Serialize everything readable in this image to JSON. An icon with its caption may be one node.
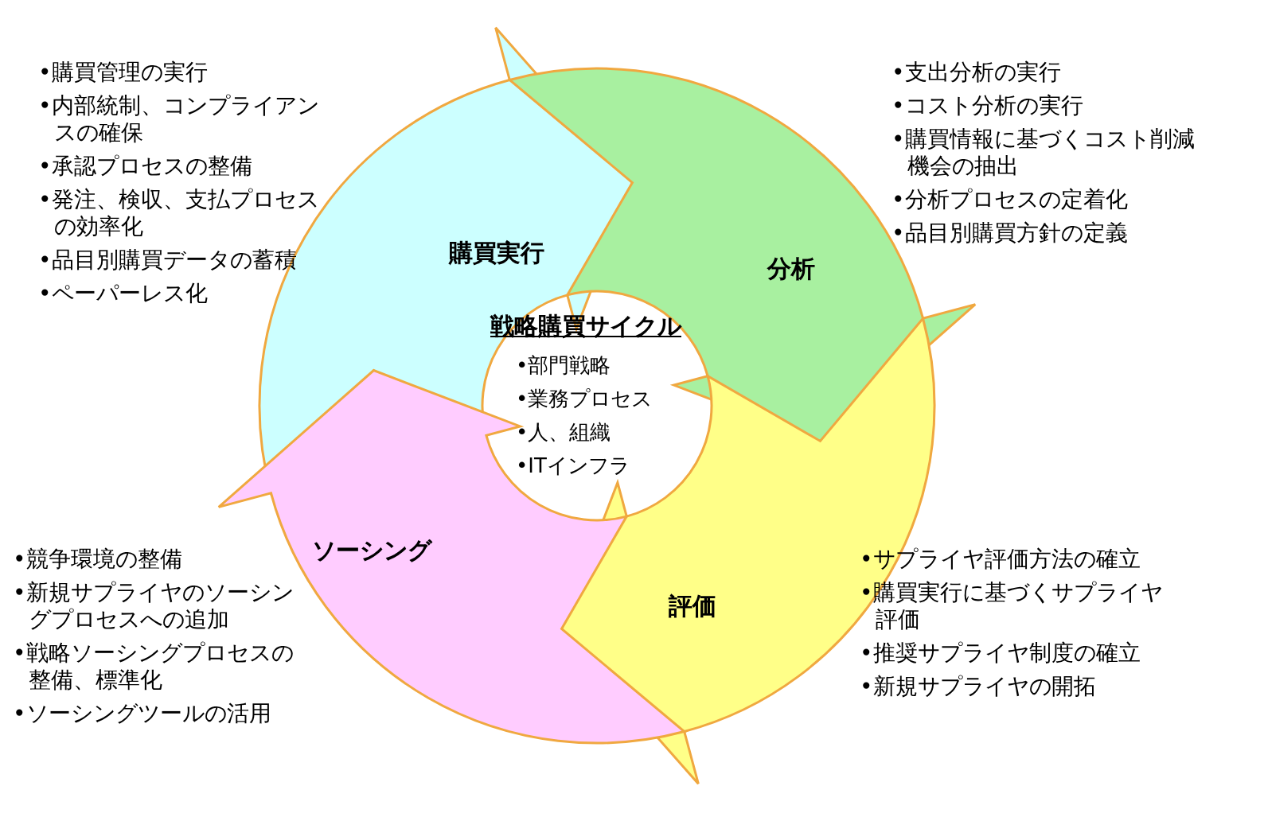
{
  "diagram": {
    "nodes": [
      {
        "text": [
          "購買実行"
        ],
        "beside": [
          "•購買管理の実行",
          "•内部統制、コンプライアンスの確保",
          "•承認プロセスの整備",
          "•発注、検収、支払プロセスの効率化",
          "•品目別購買データの蓄積",
          "•ペーパーレス化"
        ]
      },
      {
        "text": [
          "分析"
        ],
        "beside": [
          "•支出分析の実行",
          "•コスト分析の実行",
          "•購買情報に基づくコスト削減機会の抽出",
          "•分析プロセスの定着化",
          "•品目別購買方針の定義"
        ]
      },
      {
        "text": [
          "評価"
        ],
        "beside": [
          "•サプライヤ評価方法の確立",
          "•購買実行に基づくサプライヤ評価",
          "•推奨サプライヤ制度の確立",
          "•新規サプライヤの開拓"
        ]
      },
      {
        "text": [
          "ソーシング"
        ],
        "beside": [
          "•競争環境の整備",
          "•新規サプライヤのソーシングプロセスへの追加",
          "•戦略ソーシングプロセスの整備、標準化",
          "•ソーシングツールの活用"
        ]
      },
      {
        "text": [
          "戦略購買サイクル",
          "•部門戦略",
          "•業務プロセス",
          "•人、組織",
          "•ITインフラ"
        ]
      }
    ]
  }
}
